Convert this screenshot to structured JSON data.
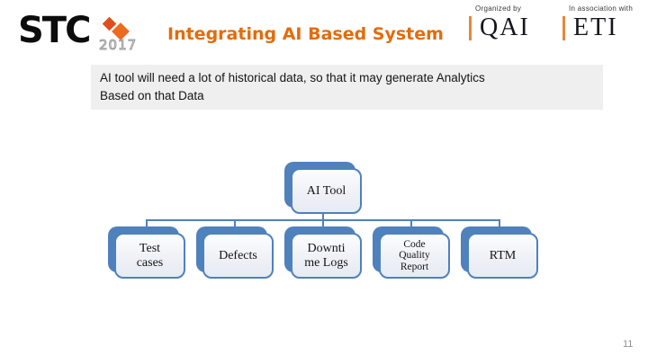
{
  "header": {
    "logo": {
      "stc": "STC",
      "year": "2017"
    },
    "title": "Integrating AI Based System",
    "organized_by": {
      "label": "Organized by",
      "name": "QAI"
    },
    "association": {
      "label": "In association with",
      "name": "ETI"
    }
  },
  "callout": {
    "line1": "AI tool will need a lot of historical data, so that it may generate Analytics",
    "line2": "Based on that Data"
  },
  "diagram": {
    "type": "hierarchy",
    "root": {
      "lines": [
        "AI Tool"
      ]
    },
    "children": [
      {
        "lines": [
          "Test",
          "cases"
        ]
      },
      {
        "lines": [
          "Defects"
        ]
      },
      {
        "lines": [
          "Downti",
          "me Logs"
        ]
      },
      {
        "lines": [
          "Code",
          "Quality",
          "Report"
        ]
      },
      {
        "lines": [
          "RTM"
        ]
      }
    ]
  },
  "footer": {
    "page_number": "11"
  },
  "colors": {
    "accent_blue": "#4f81bd",
    "accent_orange": "#e36c0a",
    "logo_orange": "#ed6a1e",
    "divider_orange": "#e8863c",
    "callout_bg": "#efefef",
    "year_gray": "#9b9b9b",
    "page_gray": "#8f8f8f"
  }
}
